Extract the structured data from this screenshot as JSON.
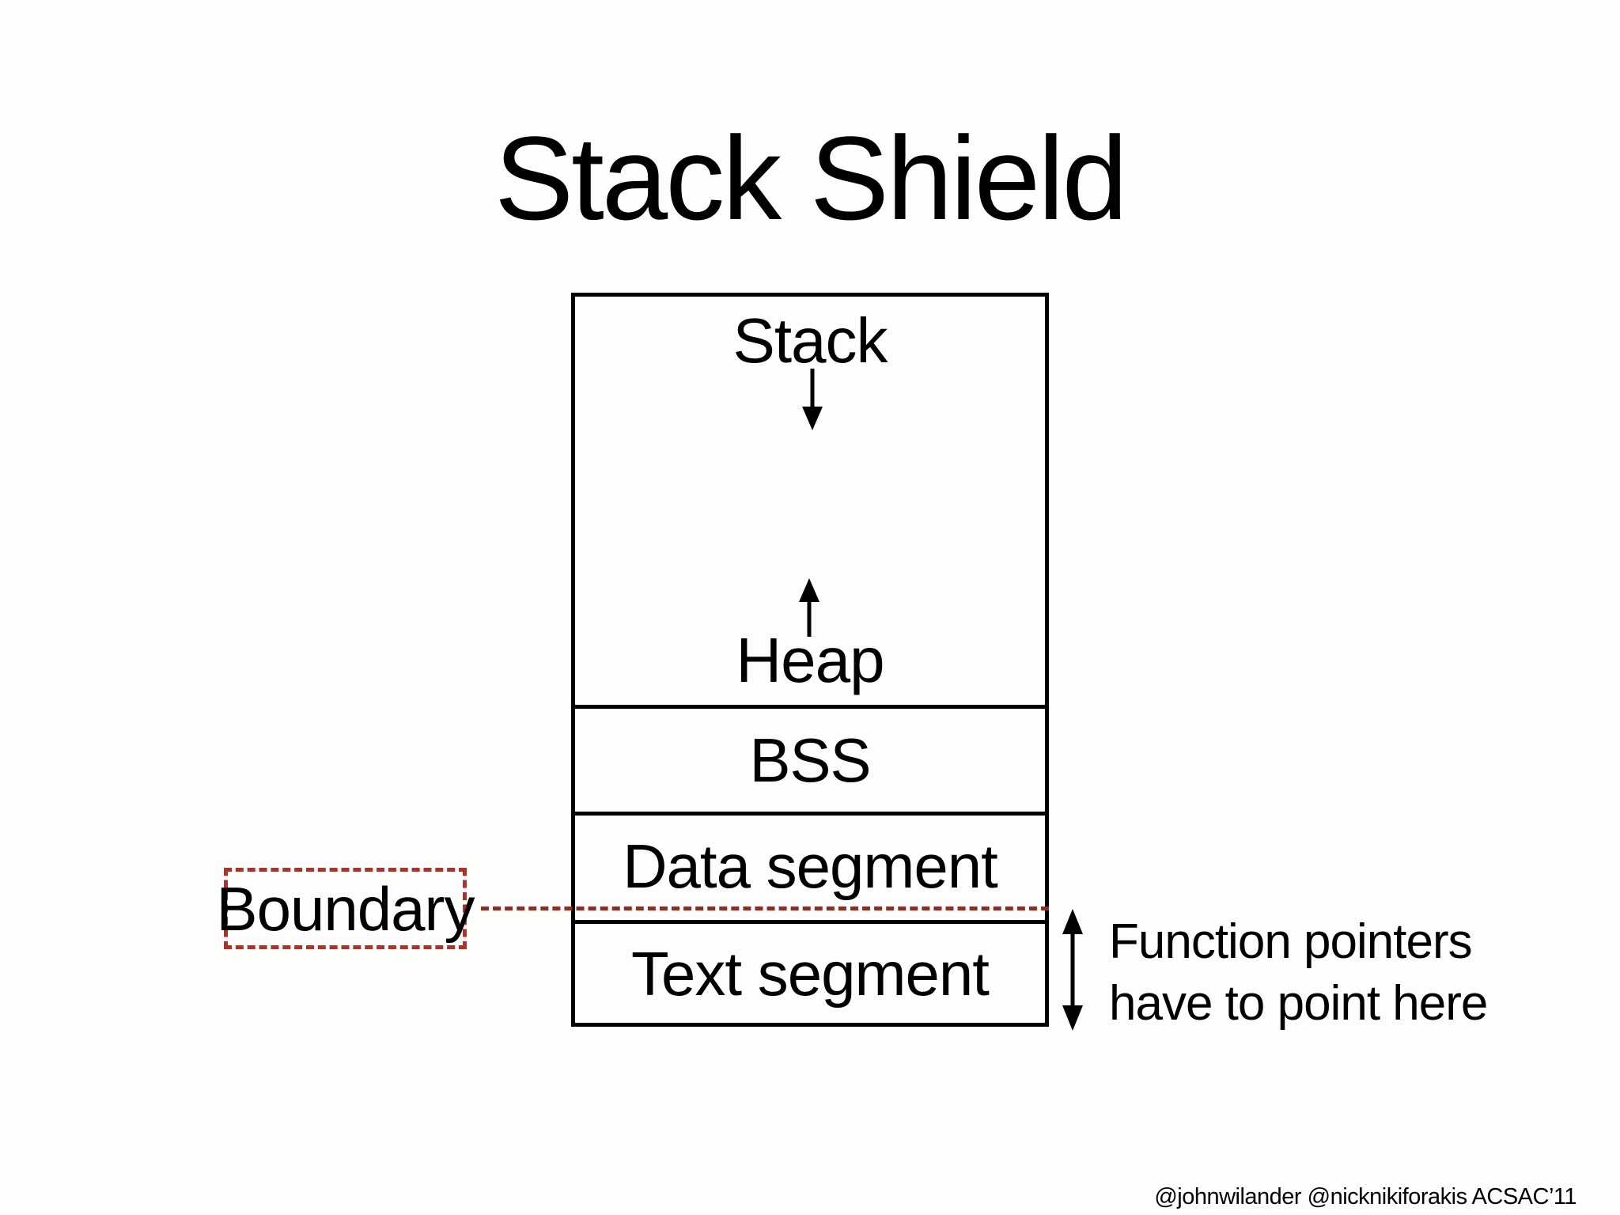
{
  "slide": {
    "title": "Stack Shield",
    "attribution": "@johnwilander @nicknikiforakis ACSAC’11"
  },
  "diagram": {
    "stack_label": "Stack",
    "heap_label": "Heap",
    "segments": [
      {
        "label": "BSS"
      },
      {
        "label": "Data segment"
      },
      {
        "label": "Text segment"
      }
    ],
    "stack_growth_arrow": "down-arrow",
    "heap_growth_arrow": "up-arrow",
    "function_pointer_range_arrow": "double-vertical-arrow"
  },
  "boundary": {
    "label": "Boundary"
  },
  "annotation": {
    "line1": "Function pointers",
    "line2": "have to point here"
  },
  "colors": {
    "boundary_box_red": "#c5281c",
    "boundary_line_red": "#8b2f26",
    "ink": "#000000",
    "background": "#fdfdfc"
  }
}
